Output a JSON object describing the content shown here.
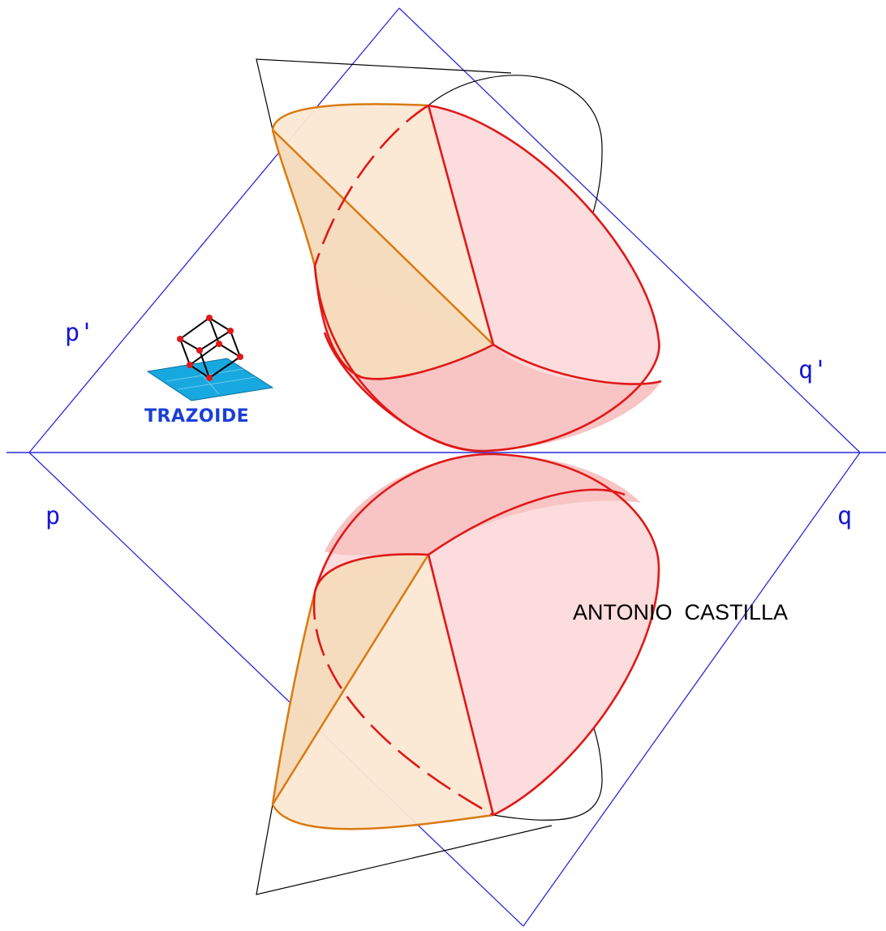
{
  "labels": {
    "p_prime": "p'",
    "q_prime": "q'",
    "p": "p",
    "q": "q"
  },
  "logo": {
    "text": "TRAZOIDE",
    "icon": "cube-on-plane-icon"
  },
  "author": "ANTONIO  CASTILLA",
  "colors": {
    "planes": "#2a2ad8",
    "contour": "#e01818",
    "generatrix": "#d97a10",
    "auxiliary": "#000000",
    "ground_line": "#2a2ad8",
    "logo_text": "#1a3fd6"
  }
}
